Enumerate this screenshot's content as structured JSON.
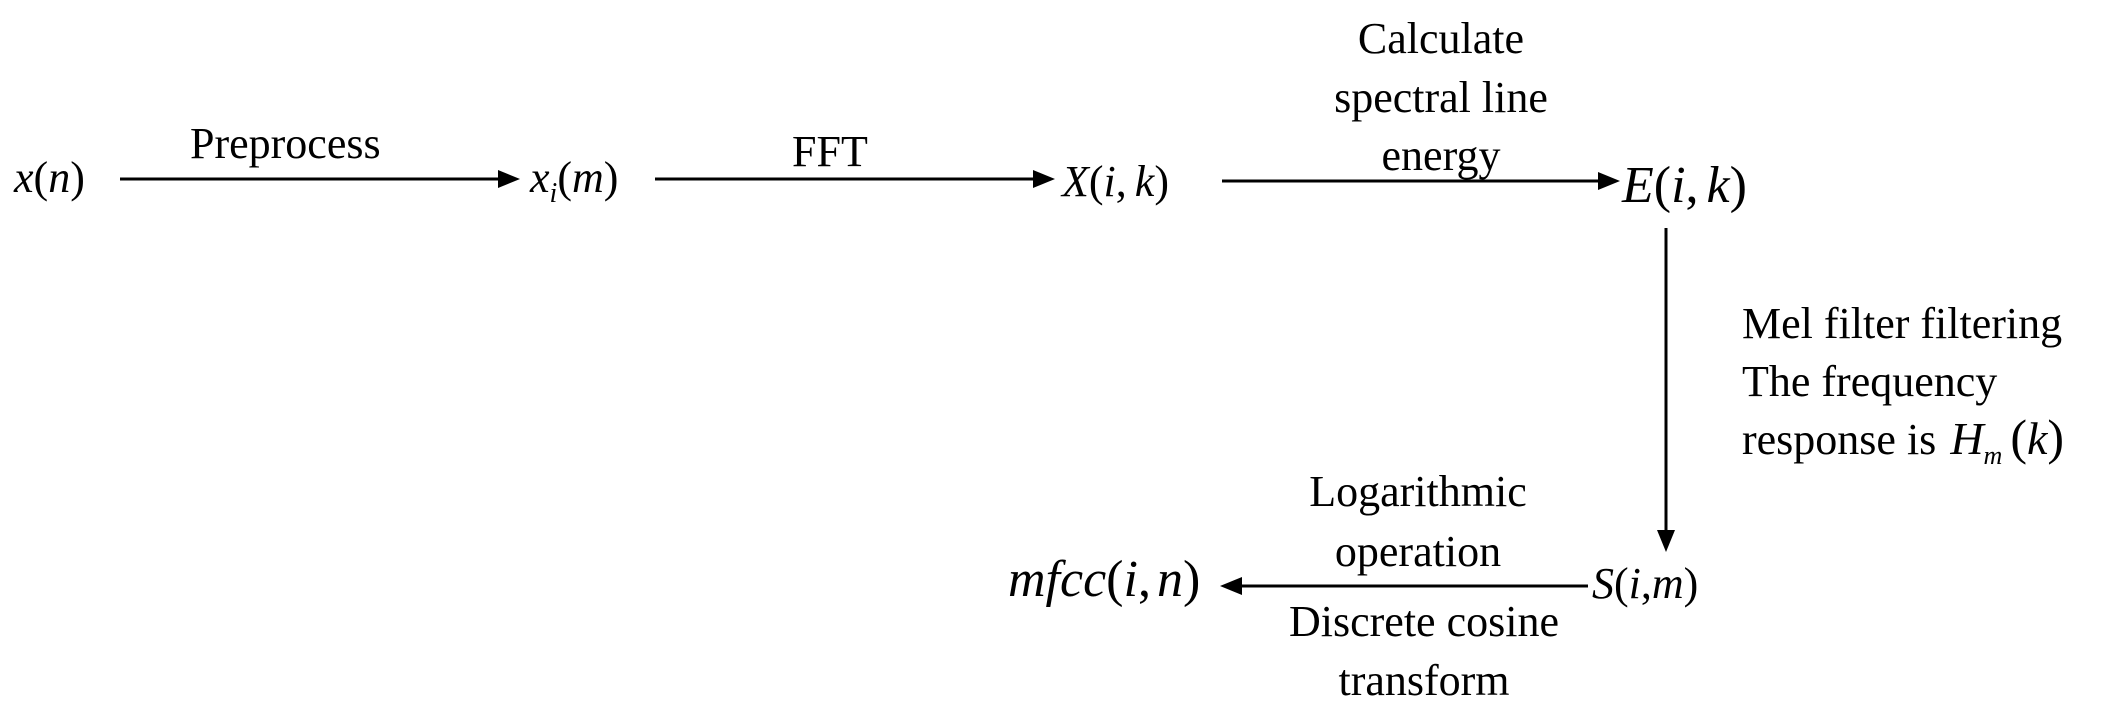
{
  "nodes": {
    "x_n": {
      "f": "x",
      "args": "n"
    },
    "xi_m": {
      "f": "x",
      "sub": "i",
      "args": "m"
    },
    "X_ik": {
      "f": "X",
      "a1": "i",
      "a2": "k"
    },
    "E_ik": {
      "f": "E",
      "a1": "i",
      "a2": "k"
    },
    "S_im": {
      "f": "S",
      "a1": "i",
      "a2": "m"
    },
    "mfcc_in": {
      "f": "mfcc",
      "a1": "i",
      "a2": "n"
    }
  },
  "labels": {
    "preprocess": "Preprocess",
    "fft": "FFT",
    "energy_line1": "Calculate",
    "energy_line2": "spectral line",
    "energy_line3": "energy",
    "mel_line1": "Mel filter filtering",
    "mel_line2": "The frequency",
    "mel_line3": "response is",
    "mel_H": "H",
    "mel_H_sub": "m",
    "mel_H_arg": "k",
    "log_line1": "Logarithmic",
    "log_line2": "operation",
    "dct_line1": "Discrete cosine",
    "dct_line2": "transform"
  },
  "punct": {
    "lp": "(",
    "rp": ")",
    "comma": ","
  }
}
